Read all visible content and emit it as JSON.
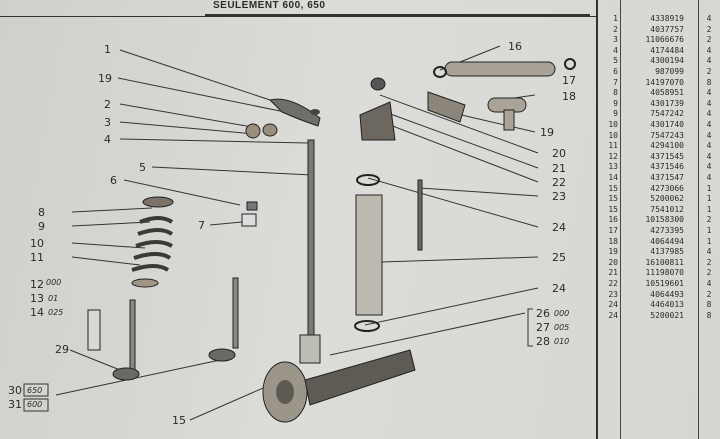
{
  "header": {
    "title": "SEULEMENT 600, 650"
  },
  "callouts": {
    "c1": "1",
    "c19a": "19",
    "c2": "2",
    "c3": "3",
    "c4": "4",
    "c5": "5",
    "c6": "6",
    "c7": "7",
    "c8": "8",
    "c9": "9",
    "c10": "10",
    "c11": "11",
    "c12": "12",
    "c12s": "000",
    "c13": "13",
    "c13s": "01",
    "c14": "14",
    "c14s": "025",
    "c29": "29",
    "c30": "30",
    "c30s": "650",
    "c31": "31",
    "c31s": "600",
    "c15": "15",
    "c16": "16",
    "c17": "17",
    "c18": "18",
    "c19b": "19",
    "c20": "20",
    "c21": "21",
    "c22": "22",
    "c23": "23",
    "c24a": "24",
    "c25": "25",
    "c24b": "24",
    "c26": "26",
    "c26s": "000",
    "c27": "27",
    "c27s": "005",
    "c28": "28",
    "c28s": "010"
  },
  "parts_table": [
    {
      "n": "1",
      "ref": "4338919",
      "q": "4"
    },
    {
      "n": "2",
      "ref": "4037757",
      "q": "2"
    },
    {
      "n": "3",
      "ref": "11066676",
      "q": "2"
    },
    {
      "n": "4",
      "ref": "4174484",
      "q": "4"
    },
    {
      "n": "5",
      "ref": "4300194",
      "q": "4"
    },
    {
      "n": "6",
      "ref": "987099",
      "q": "2"
    },
    {
      "n": "7",
      "ref": "14197070",
      "q": "8"
    },
    {
      "n": "8",
      "ref": "4058951",
      "q": "4"
    },
    {
      "n": "9",
      "ref": "4301739",
      "q": "4"
    },
    {
      "n": "9",
      "ref": "7547242",
      "q": "4"
    },
    {
      "n": "10",
      "ref": "4301740",
      "q": "4"
    },
    {
      "n": "10",
      "ref": "7547243",
      "q": "4"
    },
    {
      "n": "11",
      "ref": "4294100",
      "q": "4"
    },
    {
      "n": "12",
      "ref": "4371545",
      "q": "4"
    },
    {
      "n": "13",
      "ref": "4371546",
      "q": "4"
    },
    {
      "n": "14",
      "ref": "4371547",
      "q": "4"
    },
    {
      "n": "15",
      "ref": "4273066",
      "q": "1"
    },
    {
      "n": "15",
      "ref": "5200062",
      "q": "1"
    },
    {
      "n": "15",
      "ref": "7541012",
      "q": "1"
    },
    {
      "n": "16",
      "ref": "10158300",
      "q": "2"
    },
    {
      "n": "17",
      "ref": "4273395",
      "q": "1"
    },
    {
      "n": "18",
      "ref": "4064494",
      "q": "1"
    },
    {
      "n": "19",
      "ref": "4137985",
      "q": "4"
    },
    {
      "n": "20",
      "ref": "16100811",
      "q": "2"
    },
    {
      "n": "21",
      "ref": "11198070",
      "q": "2"
    },
    {
      "n": "22",
      "ref": "10519601",
      "q": "4"
    },
    {
      "n": "23",
      "ref": "4064493",
      "q": "2"
    },
    {
      "n": "24",
      "ref": "4464013",
      "q": "8"
    },
    {
      "n": "24",
      "ref": "5200021",
      "q": "8"
    }
  ]
}
